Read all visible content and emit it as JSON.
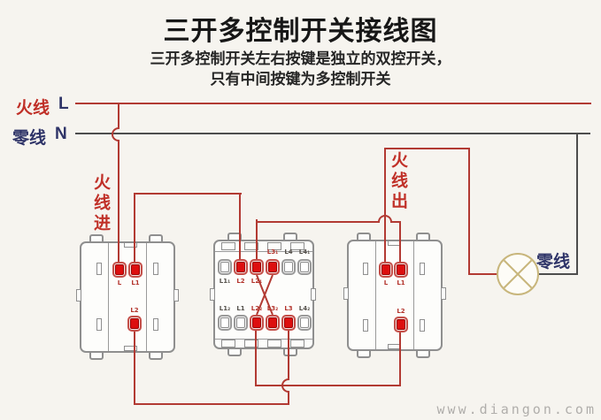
{
  "title": "三开多控制开关接线图",
  "subtitle_line1": "三开多控制开关左右按键是独立的双控开关，",
  "subtitle_line2": "只有中间按键为多控制开关",
  "bus": {
    "live_label": "火线",
    "live_letter": "L",
    "neutral_label": "零线",
    "neutral_letter": "N"
  },
  "annotations": {
    "live_in": "火线进",
    "live_out": "火线出",
    "lamp_neutral": "零线"
  },
  "switches": [
    {
      "id": "left-switch",
      "terminals": [
        "L",
        "L1",
        "L2"
      ]
    },
    {
      "id": "middle-switch",
      "top_above": [
        "L3₁",
        "L4",
        "L4₁"
      ],
      "top_below": [
        "L1₁",
        "L2",
        "L2₁"
      ],
      "bottom": [
        "L1₂",
        "L1",
        "L2₂",
        "L3₂",
        "L3",
        "L4₂"
      ]
    },
    {
      "id": "right-switch",
      "terminals": [
        "L",
        "L1",
        "L2"
      ]
    }
  ],
  "lamp": {
    "symbol": "circle-with-cross"
  },
  "watermark": "www.diangon.com",
  "colors": {
    "wire_live_red": "#b23a33",
    "wire_neutral_dark": "#4d4d4d",
    "terminal_red": "#dd0f0f",
    "label_red": "#c03028",
    "label_navy": "#2f3468",
    "lamp_outline": "#c8b67c"
  }
}
